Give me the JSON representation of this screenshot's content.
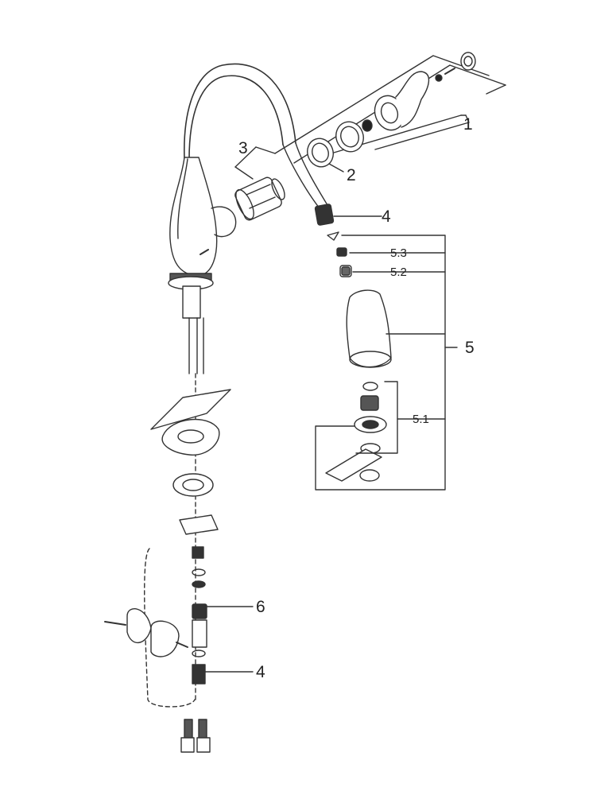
{
  "callouts": {
    "c1": "1",
    "c2": "2",
    "c3": "3",
    "c4a": "4",
    "c4b": "4",
    "c5": "5",
    "c5_1": "5.1",
    "c5_2": "5.2",
    "c5_3": "5.3",
    "c6": "6"
  },
  "colors": {
    "line": "#333333",
    "dark": "#1a1a1a",
    "fill_light": "#f2f2f2",
    "fill_mid": "#cfcfcf"
  }
}
